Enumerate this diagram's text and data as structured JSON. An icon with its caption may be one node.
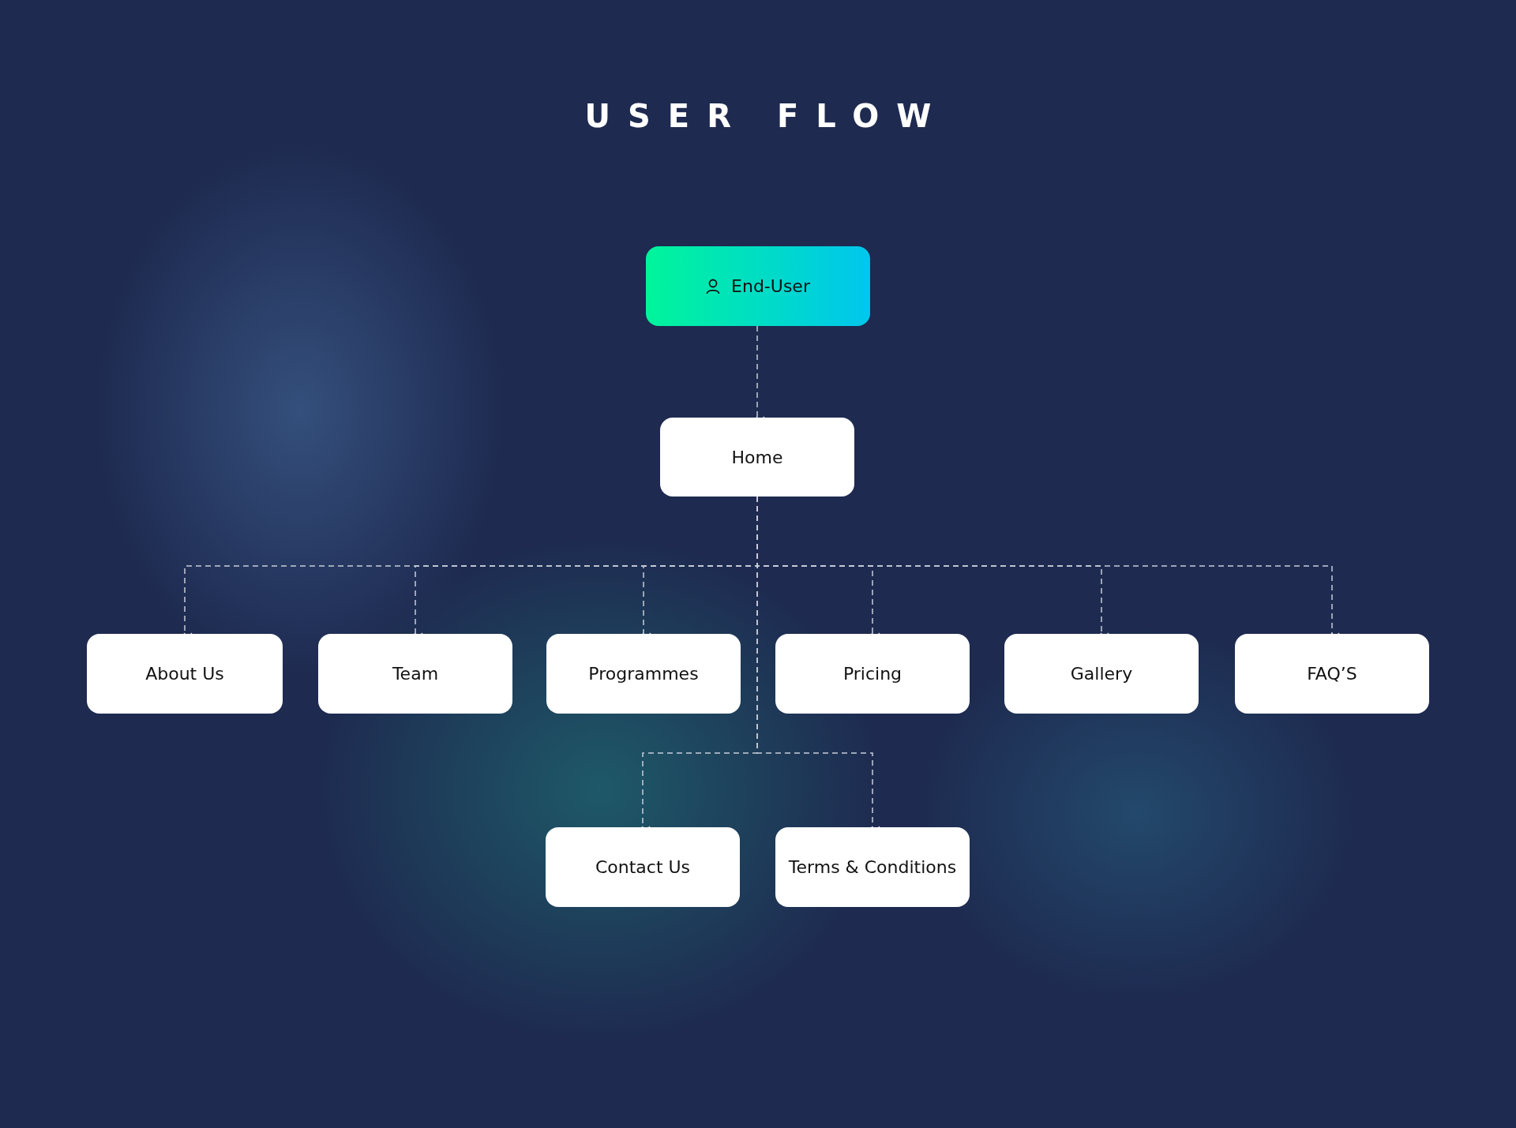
{
  "diagram": {
    "title": "USER FLOW",
    "nodes": [
      {
        "text": [
          "End-User"
        ]
      },
      {
        "text": [
          "Home"
        ]
      },
      {
        "text": [
          "About Us"
        ]
      },
      {
        "text": [
          "Team"
        ]
      },
      {
        "text": [
          "Programmes"
        ]
      },
      {
        "text": [
          "Pricing"
        ]
      },
      {
        "text": [
          "Gallery"
        ]
      },
      {
        "text": [
          "FAQ’S"
        ]
      },
      {
        "text": [
          "Contact Us"
        ]
      },
      {
        "text": [
          "Terms & Conditions"
        ]
      }
    ],
    "edges": [
      {
        "from": 0,
        "to": 1,
        "arrow": "to",
        "style": "dashed"
      },
      {
        "from": 1,
        "to": 2,
        "arrow": "to",
        "style": "dashed"
      },
      {
        "from": 1,
        "to": 3,
        "arrow": "to",
        "style": "dashed"
      },
      {
        "from": 1,
        "to": 4,
        "arrow": "to",
        "style": "dashed"
      },
      {
        "from": 1,
        "to": 5,
        "arrow": "to",
        "style": "dashed"
      },
      {
        "from": 1,
        "to": 6,
        "arrow": "to",
        "style": "dashed"
      },
      {
        "from": 1,
        "to": 7,
        "arrow": "to",
        "style": "dashed"
      },
      {
        "from": 1,
        "to": 8,
        "arrow": "to",
        "style": "dashed"
      },
      {
        "from": 1,
        "to": 9,
        "arrow": "to",
        "style": "dashed"
      }
    ]
  }
}
